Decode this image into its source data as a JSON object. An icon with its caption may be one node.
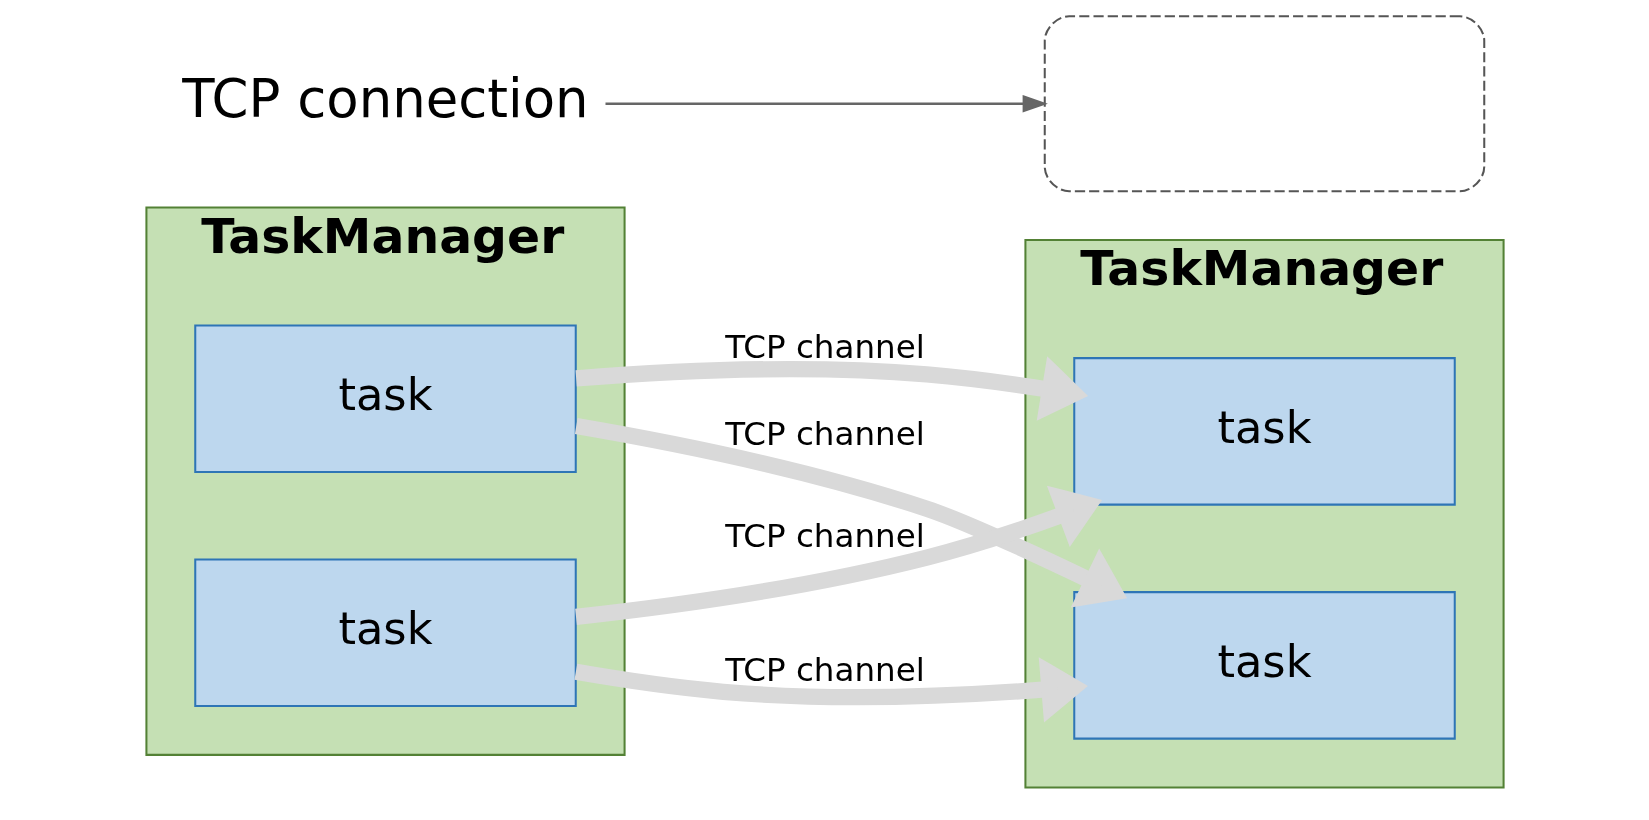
{
  "diagram": {
    "nodes": [
      {
        "text": [
          "TaskManager"
        ]
      },
      {
        "text": [
          "task"
        ],
        "in": 0
      },
      {
        "text": [
          "task"
        ],
        "in": 0
      },
      {
        "text": [
          "TaskManager"
        ]
      },
      {
        "text": [
          "task"
        ],
        "in": 3
      },
      {
        "text": [
          "task"
        ],
        "in": 3
      },
      {
        "text": [],
        "shape": "box"
      },
      {
        "text": [
          "TCP connection"
        ]
      }
    ],
    "edges": [
      {
        "from": 1,
        "to": 4,
        "arrow": "to",
        "label": "TCP channel"
      },
      {
        "from": 1,
        "to": 5,
        "arrow": "to",
        "label": "TCP channel"
      },
      {
        "from": 2,
        "to": 4,
        "arrow": "to",
        "label": "TCP channel"
      },
      {
        "from": 2,
        "to": 5,
        "arrow": "to",
        "label": "TCP channel"
      },
      {
        "from": 7,
        "to": 6,
        "arrow": "to",
        "color": "#666666"
      }
    ]
  }
}
